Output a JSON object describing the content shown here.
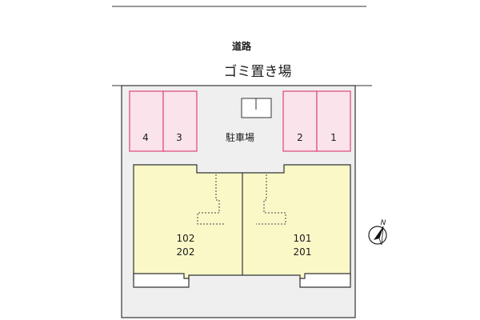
{
  "road": {
    "label": "道路"
  },
  "trash_area": {
    "label": "ゴミ置き場"
  },
  "parking": {
    "label": "駐車場",
    "spaces": [
      "4",
      "3",
      "2",
      "1"
    ]
  },
  "units": {
    "left": {
      "lower": "102",
      "upper": "202"
    },
    "right": {
      "lower": "101",
      "upper": "201"
    }
  },
  "compass": {
    "label": "N"
  },
  "colors": {
    "parking_space_fill": "#fbe3ec",
    "parking_space_stroke": "#e0457a",
    "unit_fill": "#fbf8c8",
    "site_fill": "#efefef",
    "outline": "#333333"
  }
}
